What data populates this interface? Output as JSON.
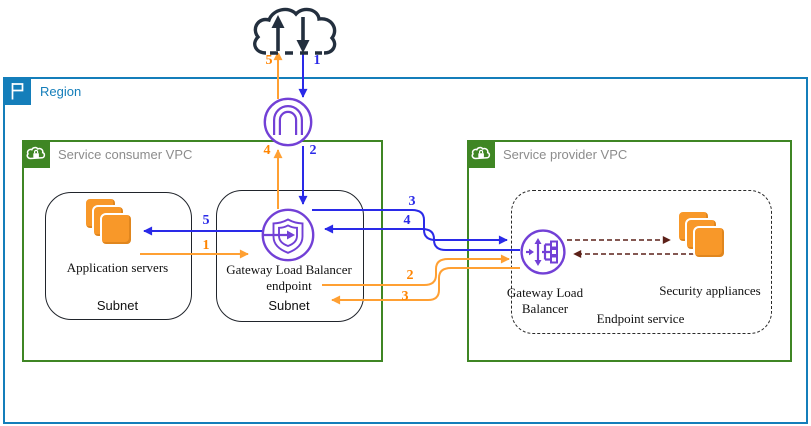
{
  "region": {
    "label": "Region"
  },
  "consumer_vpc": {
    "label": "Service consumer VPC"
  },
  "provider_vpc": {
    "label": "Service provider VPC"
  },
  "application_servers": {
    "label": "Application servers",
    "subnet_label": "Subnet"
  },
  "gwlb_endpoint": {
    "label_line1": "Gateway Load Balancer",
    "label_line2": "endpoint",
    "subnet_label": "Subnet"
  },
  "gateway_load_balancer": {
    "label_line1": "Gateway Load",
    "label_line2": "Balancer"
  },
  "security_appliances": {
    "label": "Security appliances"
  },
  "endpoint_service": {
    "label": "Endpoint service"
  },
  "flow_steps": {
    "inbound": {
      "color": "#2a2ae8",
      "steps": [
        "1",
        "2",
        "3",
        "4",
        "5"
      ]
    },
    "outbound": {
      "color": "#ff8400",
      "steps": [
        "1",
        "2",
        "3",
        "4",
        "5"
      ]
    }
  },
  "icons": {
    "internet": "cloud-up-down-arrows",
    "internet_gateway": "purple-circle-gateway",
    "region": "blue-flag",
    "vpc": "green-cloud-lock",
    "gwlb_endpoint": "purple-circle-shield-arrow",
    "gateway_load_balancer": "purple-circle-load-balancer",
    "servers": "orange-instance-stack"
  },
  "colors": {
    "region_border": "#147eba",
    "vpc_border": "#3f8624",
    "inbound_arrow": "#2a2ae8",
    "outbound_arrow": "#ffa033",
    "appliance_link": "#5c2018",
    "icon_purple": "#7240d6",
    "cloud_navy": "#232f3e",
    "instance_orange": "#f89829"
  }
}
